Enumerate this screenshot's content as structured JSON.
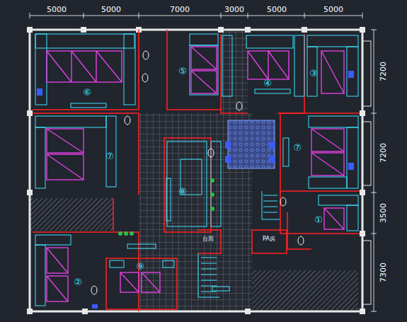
{
  "diagram": {
    "labels": [
      "5000",
      "5000",
      "7000",
      "3000",
      "5000",
      "5000",
      "7200",
      "7200",
      "3500",
      "7300",
      "⑥",
      "⑤",
      "④",
      "③",
      "⑦",
      "⑧",
      "⑦",
      "①",
      "②",
      "⑨",
      "台面",
      "PA房"
    ]
  }
}
